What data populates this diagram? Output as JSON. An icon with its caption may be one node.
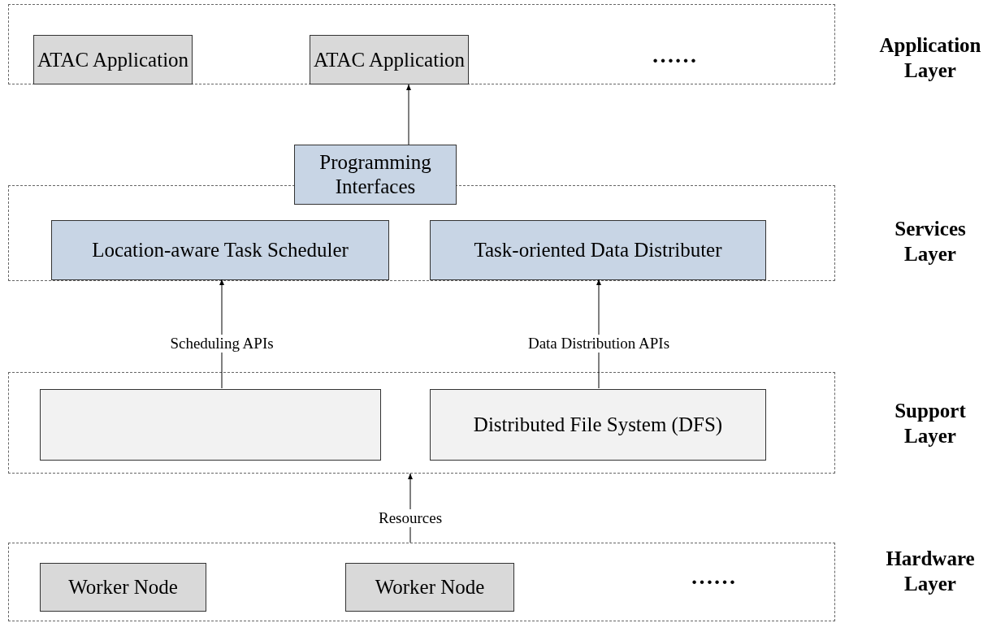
{
  "diagram": {
    "nodes": [
      {
        "text": [],
        "shape": "box"
      },
      {
        "text": [
          "ATAC Application"
        ],
        "in": 0
      },
      {
        "text": [
          "ATAC Application"
        ],
        "in": 0
      },
      {
        "text": [
          "Programming Interfaces"
        ]
      },
      {
        "text": [],
        "shape": "box"
      },
      {
        "text": [
          "Location-aware Task Scheduler"
        ],
        "in": 4
      },
      {
        "text": [
          "Task-oriented Data Distributer"
        ],
        "in": 4
      },
      {
        "text": [],
        "shape": "box"
      },
      {
        "text": [],
        "shape": "box",
        "in": 7
      },
      {
        "text": [
          "Distributed File System (DFS)"
        ],
        "in": 7
      },
      {
        "text": [],
        "shape": "box"
      },
      {
        "text": [
          "Worker Node"
        ],
        "in": 10
      },
      {
        "text": [
          "Worker Node"
        ],
        "in": 10
      }
    ],
    "edges": [
      {
        "from": 3,
        "to": 0,
        "arrow": "to"
      },
      {
        "from": 8,
        "to": 5,
        "arrow": "to",
        "label": "Scheduling APIs"
      },
      {
        "from": 9,
        "to": 6,
        "arrow": "to",
        "label": "Data Distribution APIs"
      },
      {
        "from": 10,
        "to": 7,
        "arrow": "to",
        "label": "Resources"
      }
    ],
    "labels": [
      "……",
      "Application Layer",
      "Services Layer",
      "Support Layer",
      "……",
      "Hardware Layer"
    ]
  }
}
